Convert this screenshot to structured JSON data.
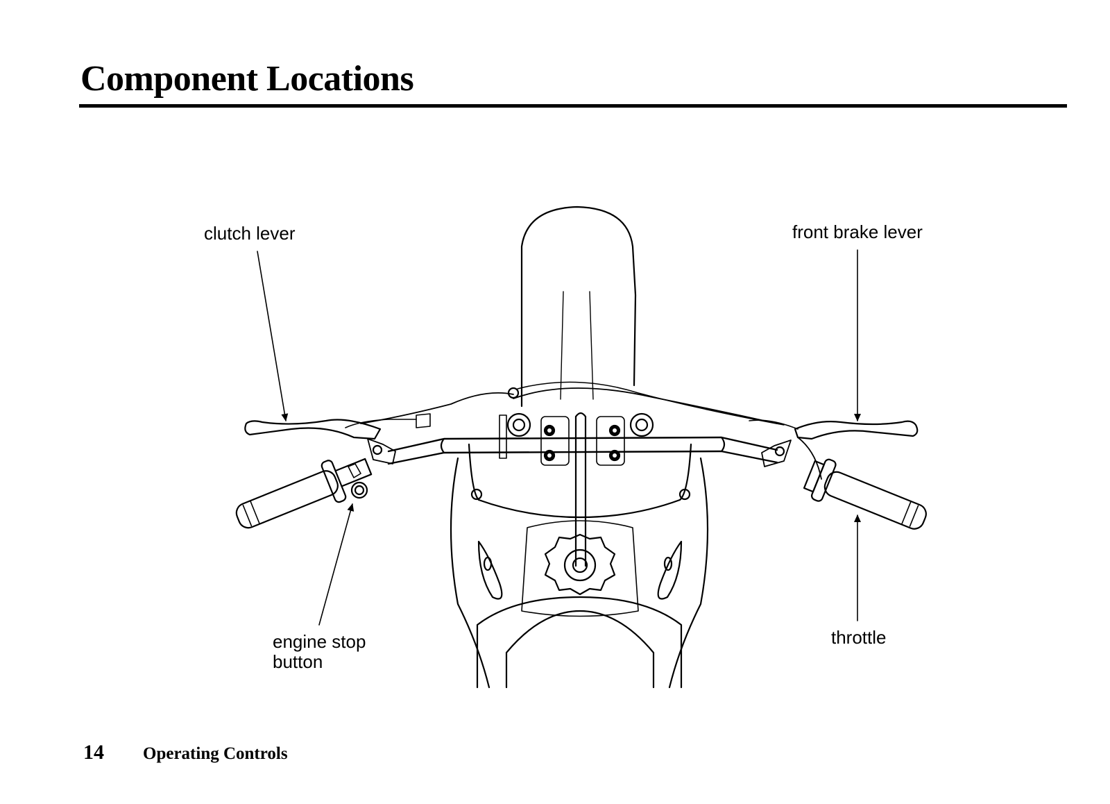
{
  "page": {
    "title": "Component Locations",
    "page_number": "14",
    "section": "Operating Controls"
  },
  "callouts": {
    "clutch_lever": "clutch lever",
    "front_brake_lever": "front brake lever",
    "engine_stop_button": "engine stop button",
    "throttle": "throttle"
  }
}
